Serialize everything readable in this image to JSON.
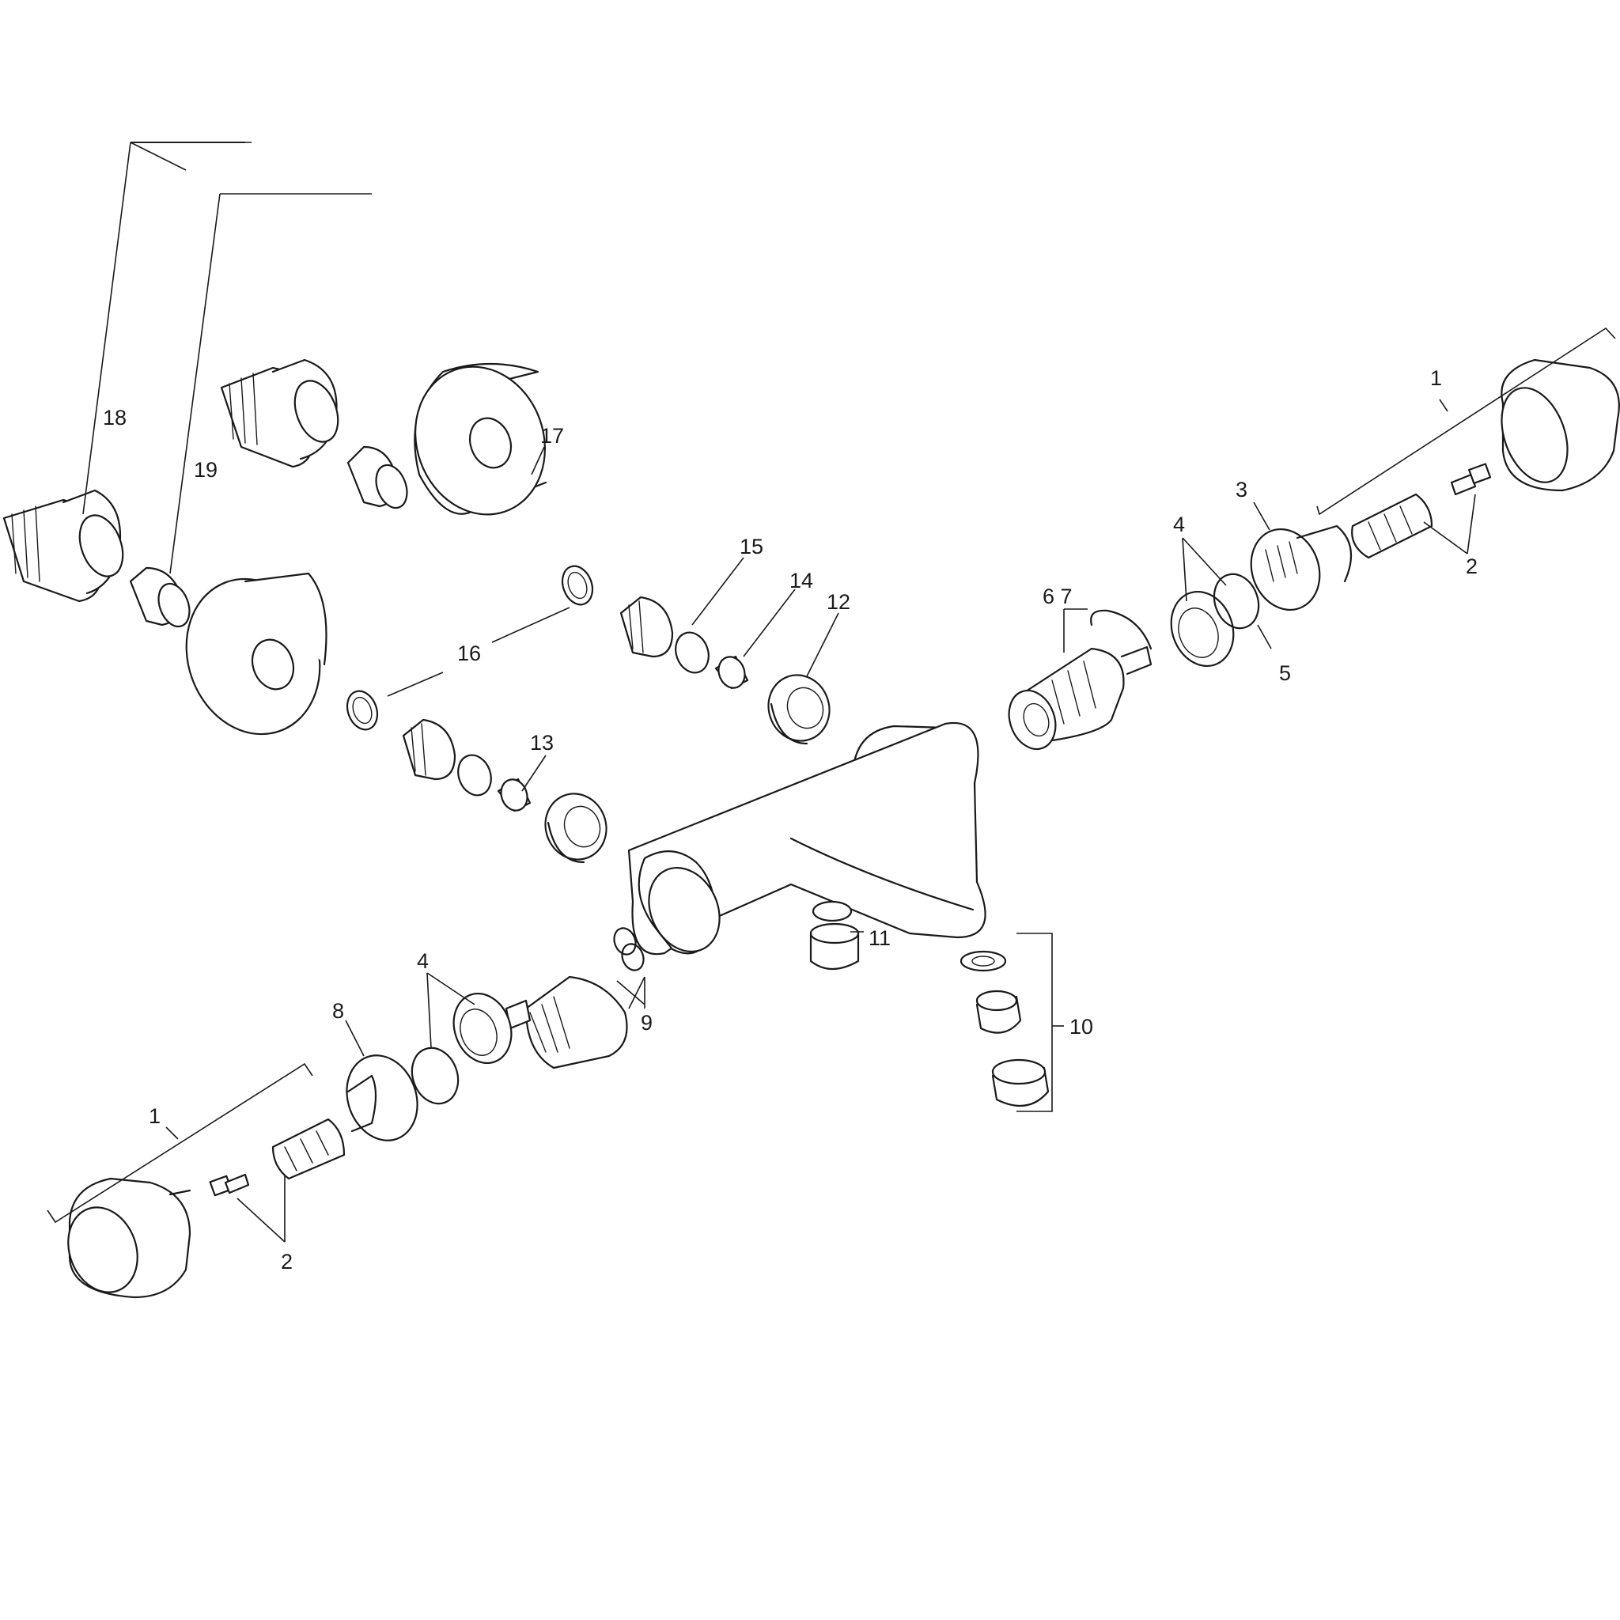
{
  "diagram": {
    "callouts": [
      {
        "id": "c1-right",
        "text": "1"
      },
      {
        "id": "c2-right",
        "text": "2"
      },
      {
        "id": "c3",
        "text": "3"
      },
      {
        "id": "c4-right",
        "text": "4"
      },
      {
        "id": "c5",
        "text": "5"
      },
      {
        "id": "c67",
        "text": "6 7"
      },
      {
        "id": "c18",
        "text": "18"
      },
      {
        "id": "c19",
        "text": "19"
      },
      {
        "id": "c17",
        "text": "17"
      },
      {
        "id": "c16",
        "text": "16"
      },
      {
        "id": "c15",
        "text": "15"
      },
      {
        "id": "c14",
        "text": "14"
      },
      {
        "id": "c12",
        "text": "12"
      },
      {
        "id": "c13",
        "text": "13"
      },
      {
        "id": "c11",
        "text": "11"
      },
      {
        "id": "c10",
        "text": "10"
      },
      {
        "id": "c9",
        "text": "9"
      },
      {
        "id": "c8",
        "text": "8"
      },
      {
        "id": "c4-left",
        "text": "4"
      },
      {
        "id": "c1-left",
        "text": "1"
      },
      {
        "id": "c2-left",
        "text": "2"
      }
    ]
  }
}
